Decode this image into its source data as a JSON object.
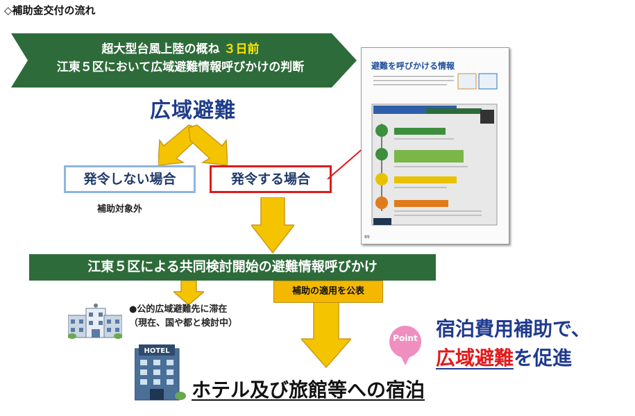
{
  "section_title": "◇補助金交付の流れ",
  "banner": {
    "line1_prefix": "超大型台風上陸の概ね",
    "line1_highlight": "３日前",
    "line2": "江東５区において広域避難情報呼びかけの判断"
  },
  "koiki_title": "広域避難",
  "branch_no": {
    "label": "発令しない場合",
    "sub": "補助対象外"
  },
  "branch_yes": {
    "label": "発令する場合"
  },
  "band": "江東５区による共同検討開始の避難情報呼びかけ",
  "publish_label": "補助の適用を公表",
  "bullet": {
    "line1": "●公的広域避難先に滞在",
    "line2": "（現在、国や都と検討中）"
  },
  "hotel_label": "ホテル及び旅館等への宿泊",
  "hotel_sign": "HOTEL",
  "point_label": "Point",
  "slogan": {
    "line1": "宿泊費用補助で、",
    "line2_highlight": "広域避難",
    "line2_rest": "を促進"
  },
  "document": {
    "title": "避難を呼びかける情報",
    "page_number": "89"
  },
  "colors": {
    "banner_green": "#2e6b3a",
    "band_green": "#2e6b3a",
    "arrow_yellow": "#f5c400",
    "arrow_border": "#c89a1a",
    "title_blue": "#1f3d8c",
    "accent_red": "#e0191b",
    "publish_orange": "#f5b800",
    "point_pink": "#ef8fbf"
  }
}
